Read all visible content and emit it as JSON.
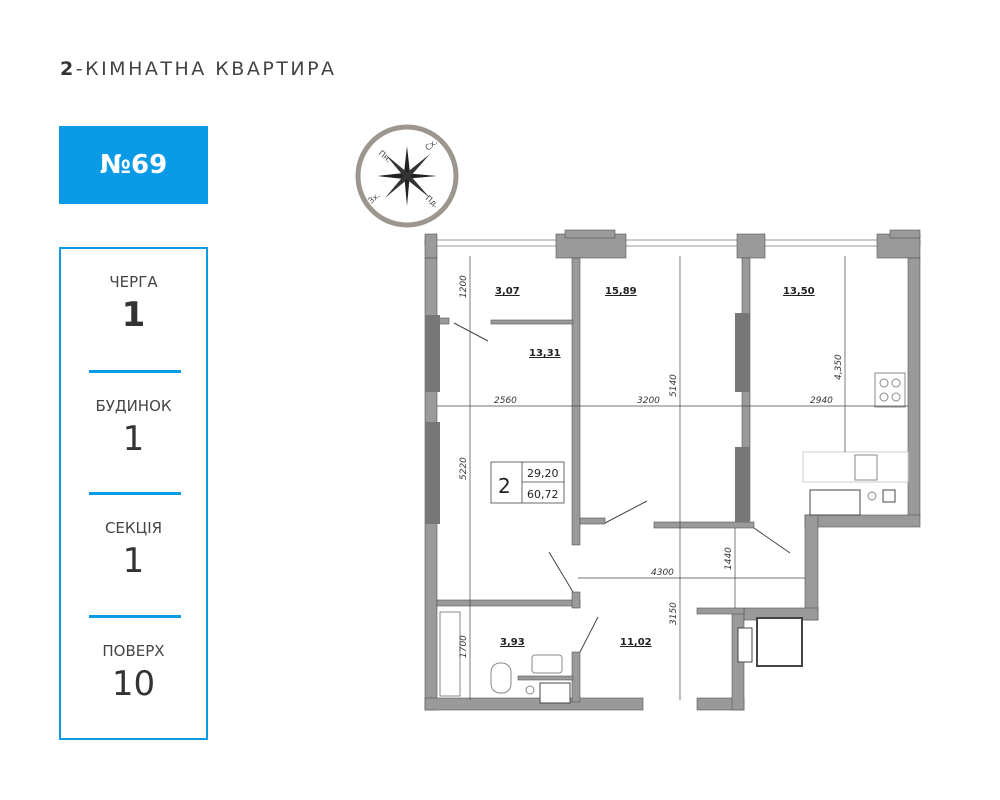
{
  "header": {
    "title_number": "2",
    "title_rest": "-КІМНАТНА КВАРТИРА"
  },
  "apartment": {
    "number": "№69"
  },
  "info": [
    {
      "label": "ЧЕРГА",
      "value": "1"
    },
    {
      "label": "БУДИНОК",
      "value": "1"
    },
    {
      "label": "СЕКЦІЯ",
      "value": "1"
    },
    {
      "label": "ПОВЕРХ",
      "value": "10"
    }
  ],
  "compass": {
    "north": "Пн.",
    "east": "Сх.",
    "west": "Зх.",
    "south": "Пд."
  },
  "plan": {
    "rooms_count": "2",
    "living_area": "29,20",
    "total_area": "60,72",
    "areas": {
      "wardrobe": "3,07",
      "room1": "15,89",
      "kitchen": "13,50",
      "room2": "13,31",
      "bathroom": "3,93",
      "hall": "11,02"
    },
    "dimensions": {
      "d1200": "1200",
      "d2560": "2560",
      "d3200": "3200",
      "d5140": "5140",
      "d4350": "4,350",
      "d2940": "2940",
      "d5220": "5220",
      "d4300": "4300",
      "d1440": "1440",
      "d3150": "3150",
      "d1700": "1700"
    }
  },
  "colors": {
    "accent": "#0a9ae6",
    "wall": "#9a9a9a",
    "wall_dark": "#777777"
  }
}
